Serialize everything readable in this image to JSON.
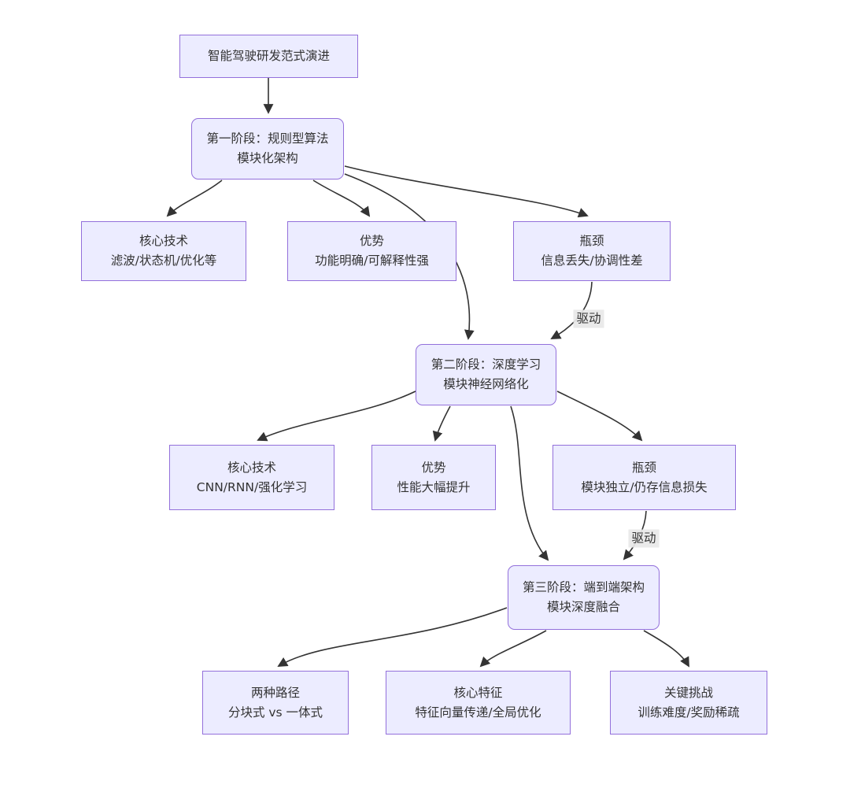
{
  "diagram": {
    "type": "flowchart",
    "title": "智能驾驶研发范式演进",
    "nodes": {
      "root": {
        "line1": "智能驾驶研发范式演进",
        "line2": ""
      },
      "phase1": {
        "line1": "第一阶段：规则型算法",
        "line2": "模块化架构"
      },
      "p1_tech": {
        "line1": "核心技术",
        "line2": "滤波/状态机/优化等"
      },
      "p1_adv": {
        "line1": "优势",
        "line2": "功能明确/可解释性强"
      },
      "p1_bottleneck": {
        "line1": "瓶颈",
        "line2": "信息丢失/协调性差"
      },
      "phase2": {
        "line1": "第二阶段：深度学习",
        "line2": "模块神经网络化"
      },
      "p2_tech": {
        "line1": "核心技术",
        "line2": "CNN/RNN/强化学习"
      },
      "p2_adv": {
        "line1": "优势",
        "line2": "性能大幅提升"
      },
      "p2_bottleneck": {
        "line1": "瓶颈",
        "line2": "模块独立/仍存信息损失"
      },
      "phase3": {
        "line1": "第三阶段：端到端架构",
        "line2": "模块深度融合"
      },
      "p3_paths": {
        "line1": "两种路径",
        "line2": "分块式 vs 一体式"
      },
      "p3_feature": {
        "line1": "核心特征",
        "line2": "特征向量传递/全局优化"
      },
      "p3_challenge": {
        "line1": "关键挑战",
        "line2": "训练难度/奖励稀疏"
      }
    },
    "edge_labels": {
      "p1_drive": "驱动",
      "p2_drive": "驱动"
    },
    "colors": {
      "node_fill": "#ECECFF",
      "node_border": "#9370DB",
      "edge": "#333333",
      "text": "#333333",
      "edge_label_bg": "#E8E8E8"
    }
  }
}
